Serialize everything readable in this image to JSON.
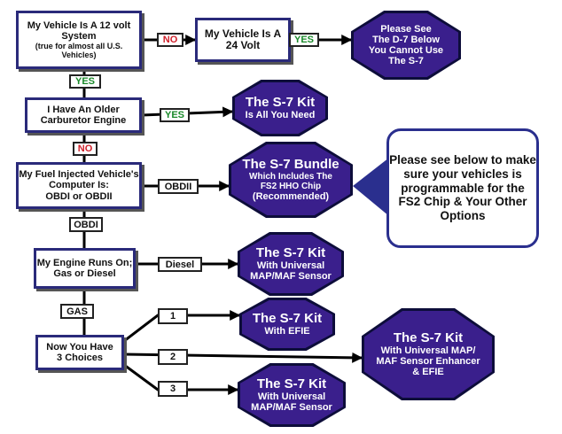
{
  "nodes": {
    "v12": {
      "title": "My Vehicle Is A 12 volt System",
      "sub": "(true for almost all U.S. Vehicles)"
    },
    "v24": {
      "title": "My Vehicle Is A 24 Volt"
    },
    "d7": {
      "line1": "Please See",
      "line2": "The D-7 Below",
      "line3": "You Cannot Use",
      "line4": "The S-7"
    },
    "older": {
      "title": "I Have An Older Carburetor Engine"
    },
    "kit_all": {
      "line1": "The S-7 Kit",
      "line2": "Is All You Need"
    },
    "computer": {
      "title": "My  Fuel Injected Vehicle's Computer Is:",
      "sub": "OBDI or OBDII"
    },
    "bundle": {
      "line1": "The S-7  Bundle",
      "line2": "Which Includes The",
      "line3": "FS2 HHO Chip",
      "line4": "(Recommended)"
    },
    "callout": {
      "text": "Please see below to make sure your vehicles is programmable for the FS2 Chip & Your Other Options"
    },
    "engine": {
      "title": "My  Engine Runs On;",
      "sub": "Gas or Diesel"
    },
    "kit_diesel": {
      "line1": "The S-7 Kit",
      "line2": "With Universal",
      "line3": "MAP/MAF Sensor"
    },
    "choices": {
      "line1": "Now You Have",
      "line2": "3 Choices"
    },
    "kit_efie": {
      "line1": "The S-7 Kit",
      "line2": "With  EFIE"
    },
    "kit_enh": {
      "line1": "The S-7 Kit",
      "line2": "With  Universal MAP/",
      "line3": "MAF Sensor Enhancer",
      "line4": "& EFIE"
    },
    "kit_3": {
      "line1": "The S-7 Kit",
      "line2": "With Universal",
      "line3": "MAP/MAF Sensor"
    }
  },
  "edges": {
    "no1": "NO",
    "yes1": "YES",
    "yes2": "YES",
    "yes3": "YES",
    "no2": "NO",
    "obdii": "OBDII",
    "obdi": "OBDI",
    "diesel": "Diesel",
    "gas": "GAS",
    "c1": "1",
    "c2": "2",
    "c3": "3"
  },
  "colors": {
    "box_border": "#2a2a7a",
    "octagon_fill": "#3a1f8c",
    "no": "#d0202a",
    "yes": "#1a8a2a"
  }
}
